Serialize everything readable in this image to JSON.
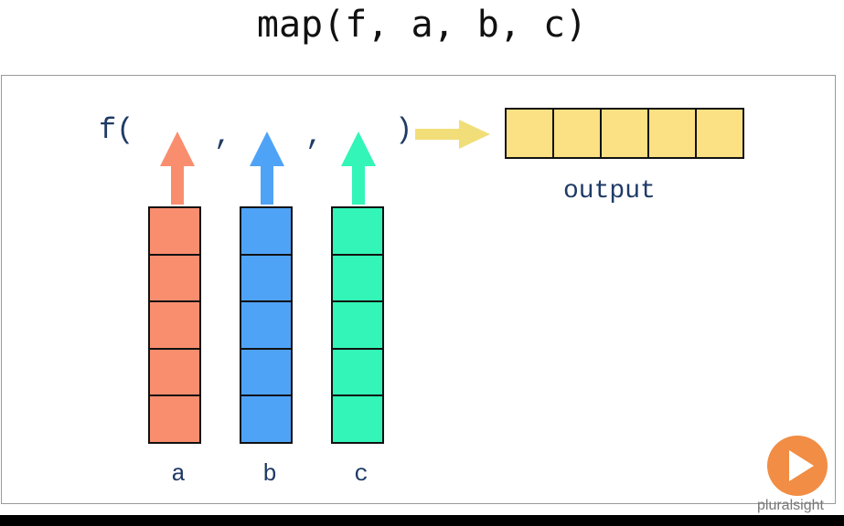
{
  "title": "map(f, a, b, c)",
  "code": {
    "open": "f(",
    "comma1": ",",
    "comma2": ",",
    "close": ")"
  },
  "columns": [
    {
      "label": "a",
      "color": "#F98E6F",
      "arrow_color": "#F98E6F",
      "cells": 5
    },
    {
      "label": "b",
      "color": "#4FA3F6",
      "arrow_color": "#4FA3F6",
      "cells": 5
    },
    {
      "label": "c",
      "color": "#33F5B7",
      "arrow_color": "#33F5B7",
      "cells": 5
    }
  ],
  "output": {
    "label": "output",
    "color": "#FBE084",
    "cells": 5,
    "arrow_color": "#F2DE79"
  },
  "logo": {
    "icon": "play-icon",
    "text": "pluralsight",
    "color": "#F18D44"
  }
}
